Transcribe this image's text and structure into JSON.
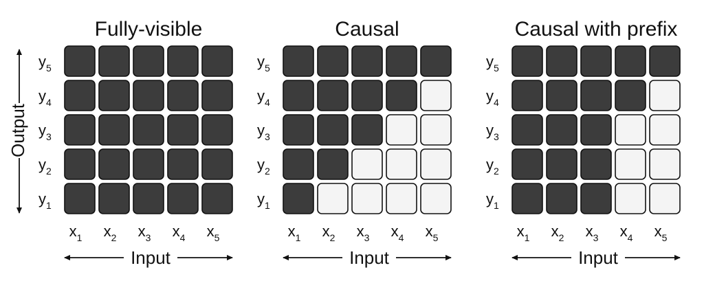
{
  "colors": {
    "filled": "#3c3c3c",
    "empty": "#f4f4f4",
    "stroke": "#111111"
  },
  "axis": {
    "input_label": "Input",
    "output_label": "Output"
  },
  "rows": [
    "5",
    "4",
    "3",
    "2",
    "1"
  ],
  "cols": [
    "1",
    "2",
    "3",
    "4",
    "5"
  ],
  "row_var": "y",
  "col_var": "x",
  "panels": [
    {
      "title": "Fully-visible",
      "mask": [
        [
          1,
          1,
          1,
          1,
          1
        ],
        [
          1,
          1,
          1,
          1,
          1
        ],
        [
          1,
          1,
          1,
          1,
          1
        ],
        [
          1,
          1,
          1,
          1,
          1
        ],
        [
          1,
          1,
          1,
          1,
          1
        ]
      ]
    },
    {
      "title": "Causal",
      "mask": [
        [
          1,
          1,
          1,
          1,
          1
        ],
        [
          1,
          1,
          1,
          1,
          0
        ],
        [
          1,
          1,
          1,
          0,
          0
        ],
        [
          1,
          1,
          0,
          0,
          0
        ],
        [
          1,
          0,
          0,
          0,
          0
        ]
      ]
    },
    {
      "title": "Causal with prefix",
      "mask": [
        [
          1,
          1,
          1,
          1,
          1
        ],
        [
          1,
          1,
          1,
          1,
          0
        ],
        [
          1,
          1,
          1,
          0,
          0
        ],
        [
          1,
          1,
          1,
          0,
          0
        ],
        [
          1,
          1,
          1,
          0,
          0
        ]
      ]
    }
  ]
}
